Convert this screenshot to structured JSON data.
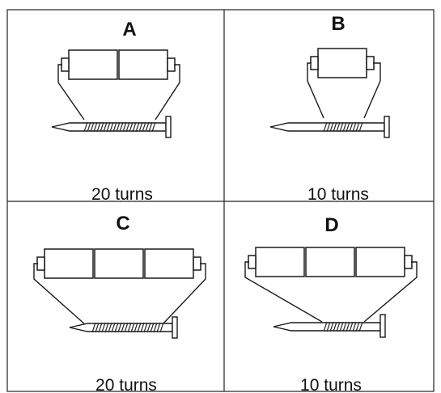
{
  "panels": [
    {
      "id": "A",
      "label": "A",
      "batteries": 2,
      "turns_label": "20 turns",
      "turns": 20
    },
    {
      "id": "B",
      "label": "B",
      "batteries": 1,
      "turns_label": "10 turns",
      "turns": 10
    },
    {
      "id": "C",
      "label": "C",
      "batteries": 3,
      "turns_label": "20 turns",
      "turns": 20
    },
    {
      "id": "D",
      "label": "D",
      "batteries": 3,
      "turns_label": "10 turns",
      "turns": 10
    }
  ],
  "colors": {
    "line": "#1a1a1a",
    "battery_fill": "#ffffff",
    "coil": "#2a2a2a",
    "grid": "#222222"
  }
}
